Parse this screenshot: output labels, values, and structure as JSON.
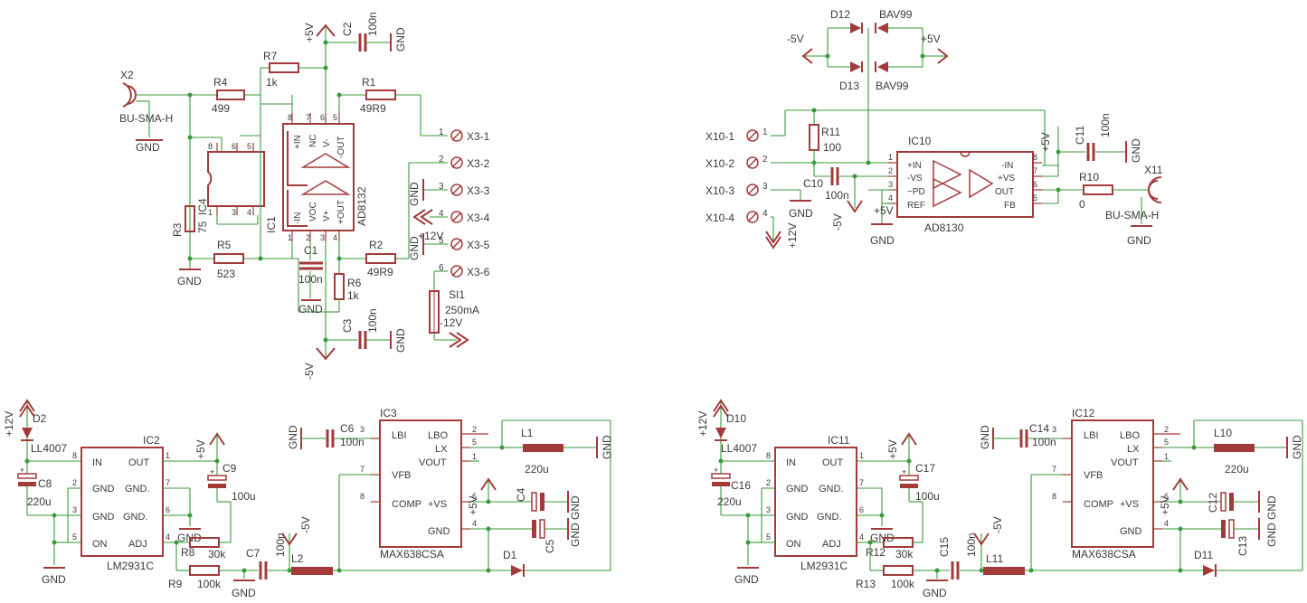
{
  "diagram": {
    "labels": {
      "x2": "X2",
      "bu_sma_h_1": "BU-SMA-H",
      "gnd_x2": "GND",
      "r4": "R4",
      "r4_val": "499",
      "r7": "R7",
      "r7_val": "1k",
      "p5v_top": "+5V",
      "c2": "C2",
      "c2_val": "100n",
      "gnd_c2": "GND",
      "r1": "R1",
      "r1_val": "49R9",
      "ic4": "IC4",
      "r3": "R3",
      "r3_val": "75",
      "r5": "R5",
      "r5_val": "523",
      "gnd_r3": "GND",
      "ic1": "IC1",
      "ad8132": "AD8132",
      "pin_in_p": "+IN",
      "pin_nc": "NC",
      "pin_vm": "V-",
      "pin_out_m": "-OUT",
      "pin_in_m": "-IN",
      "pin_voc": "VOC",
      "pin_vp": "V+",
      "pin_out_p": "+OUT",
      "c1": "C1",
      "c1_val": "100n",
      "gnd_c1": "GND",
      "r2": "R2",
      "r2_val": "49R9",
      "r6": "R6",
      "r6_val": "1k",
      "c3": "C3",
      "c3_val": "100n",
      "gnd_c3": "GND",
      "m5v_bottom": "-5V",
      "x3_1": "X3-1",
      "x3_2": "X3-2",
      "x3_3": "X3-3",
      "x3_4": "X3-4",
      "x3_5": "X3-5",
      "x3_6": "X3-6",
      "gnd_x3": "GND",
      "gnd_x3b": "GND",
      "p12v_x3": "+12V",
      "si1": "SI1",
      "si1_val": "250mA",
      "m12v_si": "-12V",
      "d12": "D12",
      "bav99_1": "BAV99",
      "d13": "D13",
      "bav99_2": "BAV99",
      "m5v_d": "-5V",
      "p5v_d": "+5V",
      "r11": "R11",
      "r11_val": "100",
      "x10_1": "X10-1",
      "x10_2": "X10-2",
      "x10_3": "X10-3",
      "x10_4": "X10-4",
      "ic10": "IC10",
      "c10": "C10",
      "c10_val": "100n",
      "gnd_x10": "GND",
      "p12v_x10": "+12V",
      "m5v_ic10": "-5V",
      "p5v_ic10": "+5V",
      "gnd_ic10": "GND",
      "ad8130": "AD8130",
      "pin10_in_p": "+IN",
      "pin10_vs_m": "-VS",
      "pin10_pd": "~PD",
      "pin10_ref": "REF",
      "pin10_in_m": "-IN",
      "pin10_vs_p": "+VS",
      "pin10_out": "OUT",
      "pin10_fb": "FB",
      "p5v_c11": "+5V",
      "c11": "C11",
      "c11_val": "100n",
      "gnd_c11": "GND",
      "r10": "R10",
      "r10_val": "0",
      "x11": "X11",
      "bu_sma_h_2": "BU-SMA-H",
      "gnd_x11": "GND",
      "p12v_d2": "+12V",
      "d2": "D2",
      "ll4007_1": "LL4007",
      "c8": "C8",
      "c8_val": "220u",
      "ic2": "IC2",
      "lm2931c_1": "LM2931C",
      "ic2_in": "IN",
      "ic2_out": "OUT",
      "ic2_gnd1": "GND",
      "ic2_gnd2": "GND.",
      "ic2_gnd3": "GND",
      "ic2_gnd4": "GND.",
      "ic2_on": "ON",
      "ic2_adj": "ADJ",
      "p5v_ic2": "+5V",
      "c9": "C9",
      "c9_val": "100u",
      "r8": "R8",
      "r8_val": "30k",
      "gnd_r8": "GND",
      "r9": "R9",
      "r9_val": "100k",
      "gnd_ic2": "GND",
      "c7": "C7",
      "c7_val": "100n",
      "gnd_c7": "GND",
      "l2": "L2",
      "m5v_l2": "-5V",
      "gnd_c6": "GND",
      "c6": "C6",
      "c6_val": "100n",
      "ic3": "IC3",
      "max638_1": "MAX638CSA",
      "ic3_lbi": "LBI",
      "ic3_lbo": "LBO",
      "ic3_lx": "LX",
      "ic3_vout": "VOUT",
      "ic3_vfb": "VFB",
      "ic3_comp": "COMP",
      "ic3_vs": "+VS",
      "ic3_gnd": "GND",
      "l1": "L1",
      "l1_val": "220u",
      "gnd_l1": "GND",
      "p5v_c4": "+5V",
      "c4": "C4",
      "gnd_c4": "GND",
      "c5": "C5",
      "gnd_c5": "GND",
      "d1": "D1",
      "p12v_d10": "+12V",
      "d10": "D10",
      "ll4007_2": "LL4007",
      "c16": "C16",
      "c16_val": "220u",
      "ic11": "IC11",
      "lm2931c_2": "LM2931C",
      "p5v_ic11": "+5V",
      "c17": "C17",
      "c17_val": "100u",
      "r12": "R12",
      "r12_val": "30k",
      "gnd_r12": "GND",
      "r13": "R13",
      "r13_val": "100k",
      "gnd_ic11": "GND",
      "c15": "C15",
      "c15_val": "100n",
      "gnd_c15": "GND",
      "l11": "L11",
      "m5v_l11": "-5V",
      "gnd_c14": "GND",
      "c14": "C14",
      "c14_val": "100n",
      "ic12": "IC12",
      "max638_2": "MAX638CSA",
      "l10": "L10",
      "l10_val": "220u",
      "gnd_l10": "GND",
      "p5v_c12": "+5V",
      "c12": "C12",
      "gnd_c12": "GND",
      "c13": "C13",
      "gnd_c13": "GND",
      "d11": "D11"
    }
  }
}
